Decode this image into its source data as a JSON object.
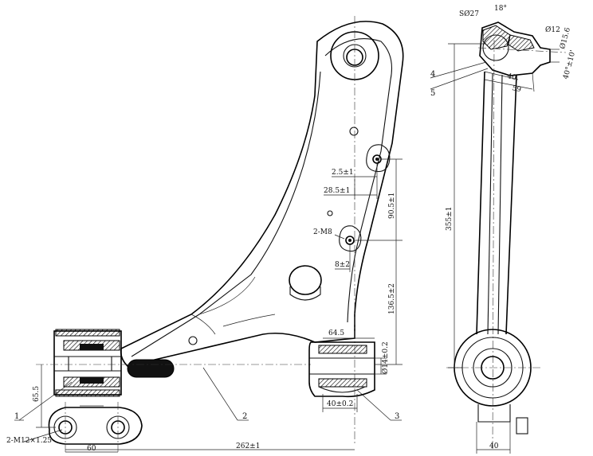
{
  "dimensions": {
    "sphere": "SØ27",
    "angle_top": "18°",
    "dia_12": "Ø12",
    "dia_15": "Ø15.6",
    "taper": "40°±10'",
    "len_40": "40",
    "len_59": "59",
    "height_355": "355±1",
    "width_40_bottom": "40",
    "d_2_5": "2.5±1",
    "d_28_5": "28.5±1",
    "d_90_5": "90.5±1",
    "thread_m8": "2-M8",
    "d_8": "8±2",
    "d_136_5": "136.5±2",
    "d_64_5": "64.5",
    "dia_14": "Ø14±0.2",
    "width_40_bush": "40±0.2",
    "d_65_5": "65.5",
    "thread_m12": "2-M12×1.25",
    "d_60": "60",
    "d_262": "262±1"
  },
  "callouts": {
    "c1": "1",
    "c2": "2",
    "c3": "3",
    "c4": "4",
    "c5": "5"
  }
}
